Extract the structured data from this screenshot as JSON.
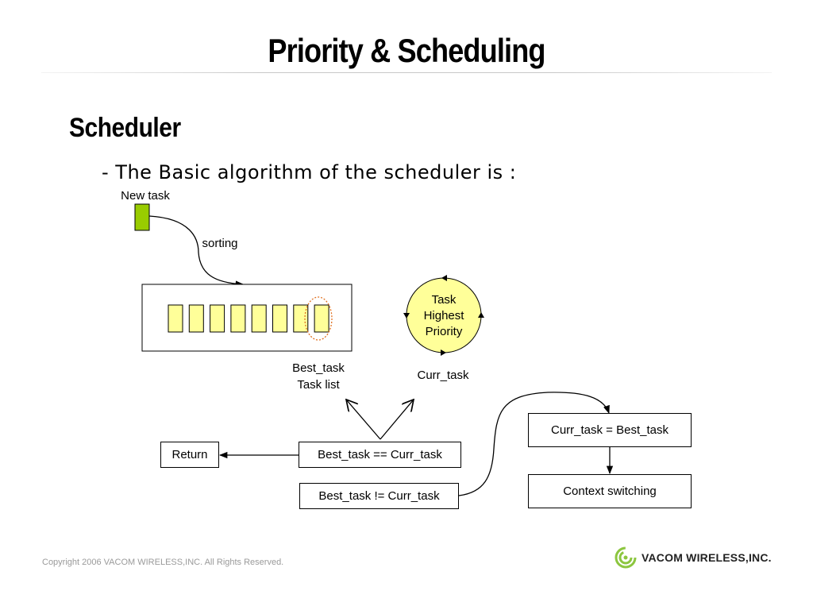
{
  "slide": {
    "title": "Priority & Scheduling",
    "heading": "Scheduler",
    "bullet": "- The Basic algorithm of the scheduler is :"
  },
  "diagram": {
    "new_task": "New task",
    "sorting": "sorting",
    "task_circle": [
      "Task",
      "Highest",
      "Priority"
    ],
    "best_task": "Best_task",
    "task_list": "Task list",
    "curr_task": "Curr_task",
    "return_box": "Return",
    "equal_box": "Best_task == Curr_task",
    "not_equal_box": "Best_task != Curr_task",
    "assign_box": "Curr_task = Best_task",
    "context_box": "Context switching",
    "queue_slots": 8
  },
  "footer": {
    "copyright": "Copyright 2006 VACOM WIRELESS,INC. All Rights Reserved.",
    "logo_text": "VACOM WIRELESS,INC."
  },
  "colors": {
    "slot_fill": "#ffff99",
    "new_task_fill": "#99cc00",
    "circle_fill": "#ffff99",
    "highlight_ring": "#e07020",
    "logo_green": "#8cc63f"
  }
}
